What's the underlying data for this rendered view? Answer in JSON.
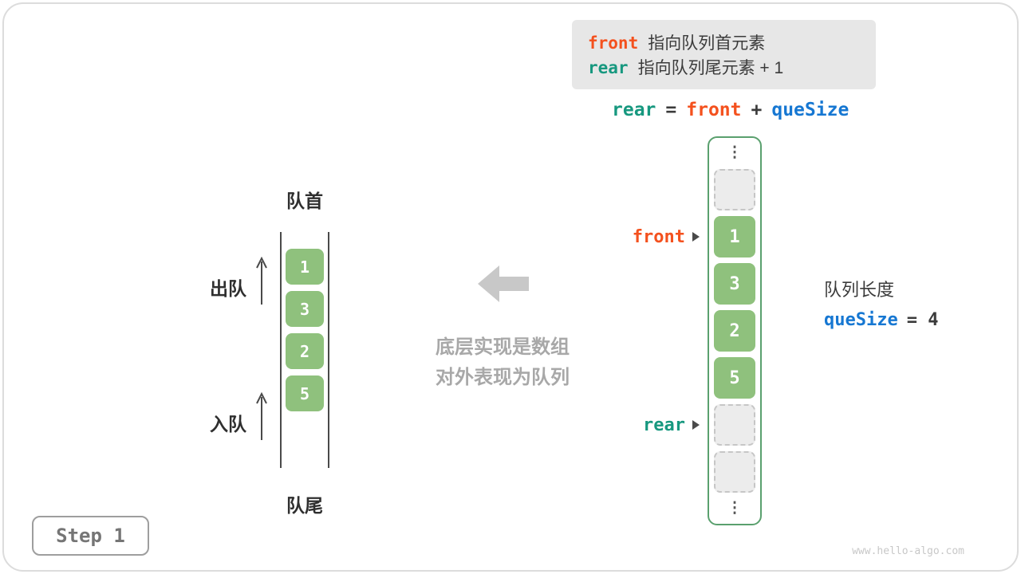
{
  "page": {
    "step_label": "Step 1",
    "watermark": "www.hello-algo.com"
  },
  "colors": {
    "front": "#f4511e",
    "rear": "#17987f",
    "quesize": "#1677d2",
    "cell_green": "#8fc17d",
    "array_border_green": "#5aa06e"
  },
  "legend": {
    "front_keyword": "front",
    "front_desc": "指向队列首元素",
    "rear_keyword": "rear",
    "rear_desc": "指向队列尾元素 + 1"
  },
  "formula": {
    "rear": "rear",
    "equals": "=",
    "front": "front",
    "plus": "+",
    "quesize": "queSize"
  },
  "array_box": {
    "top_ellipsis": "⋮",
    "bottom_ellipsis": "⋮",
    "values": [
      "1",
      "3",
      "2",
      "5"
    ],
    "front_pointer": "front",
    "rear_pointer": "rear"
  },
  "queue_info": {
    "length_label": "队列长度",
    "quesize_keyword": "queSize",
    "quesize_value": "= 4"
  },
  "queue": {
    "head_label": "队首",
    "tail_label": "队尾",
    "dequeue_label": "出队",
    "enqueue_label": "入队",
    "values": [
      "1",
      "3",
      "2",
      "5"
    ]
  },
  "middle": {
    "line1": "底层实现是数组",
    "line2": "对外表现为队列"
  }
}
